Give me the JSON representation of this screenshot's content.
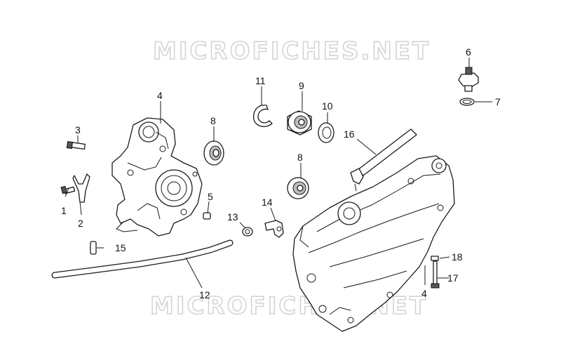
{
  "watermark": {
    "top": "MICROFICHES.NET",
    "bottom": "MICROFICHES.NET"
  },
  "callouts": {
    "c1": "1",
    "c2": "2",
    "c3": "3",
    "c4a": "4",
    "c4b": "4",
    "c5": "5",
    "c6": "6",
    "c7": "7",
    "c8a": "8",
    "c8b": "8",
    "c9": "9",
    "c10": "10",
    "c11": "11",
    "c12": "12",
    "c13": "13",
    "c14": "14",
    "c15": "15",
    "c16": "16",
    "c17": "17",
    "c18": "18"
  }
}
